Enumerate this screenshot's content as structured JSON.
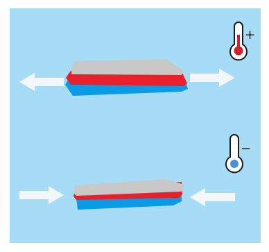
{
  "scene": {
    "background_color": "#a7dcf6",
    "frame_color": "#ffffff",
    "rows": [
      {
        "id": "warm",
        "thermometer_sign": "+",
        "thermometer_icon": "thermometer-hot-icon",
        "bulb_color": "#d2202f",
        "arrow_direction": "outward"
      },
      {
        "id": "cold",
        "thermometer_sign": "−",
        "thermometer_icon": "thermometer-cold-icon",
        "bulb_color": "#4a90d9",
        "arrow_direction": "inward"
      }
    ],
    "colors": {
      "arrow": "#f4f7fa",
      "strip_top": "#c8c8c8",
      "strip_middle": "#e8202c",
      "strip_bottom": "#0a9ae6",
      "thermometer_outline": "#1a1a1a"
    }
  }
}
